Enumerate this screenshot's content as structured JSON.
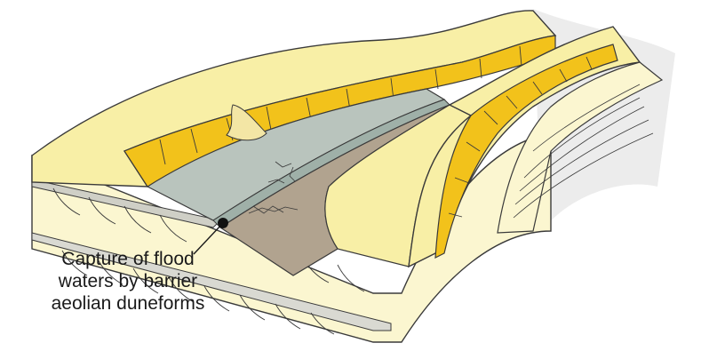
{
  "annotation": {
    "lines": [
      "Capture of flood",
      "waters by barrier",
      "aeolian duneforms"
    ]
  },
  "colors": {
    "dune_surface": "#f8efa6",
    "dune_face": "#f2c21b",
    "cross_section": "#fbf6d0",
    "floodwater": "#b9c4bd",
    "interdune_mud": "#b1a38f",
    "outline": "#3a3a3a"
  }
}
